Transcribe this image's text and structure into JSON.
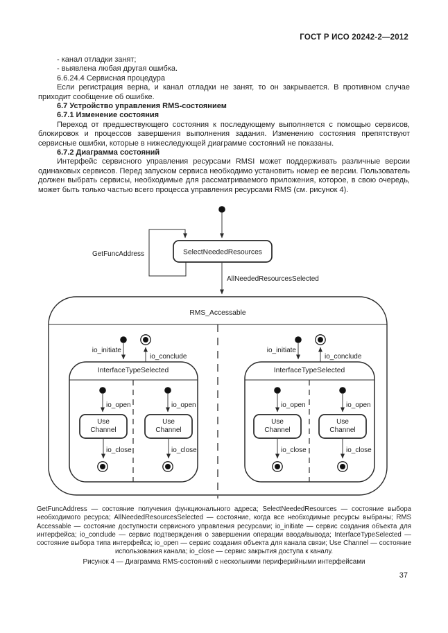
{
  "header": {
    "standard_code": "ГОСТ Р ИСО 20242-2—2012"
  },
  "body": {
    "list_item_1": "- канал отладки занят;",
    "list_item_2": "- выявлена любая другая ошибка.",
    "clause_heading": "6.6.24.4 Сервисная процедура",
    "clause_paragraph": "Если регистрация верна, и канал отладки не занят, то он закрывается. В противном случае приходит сообщение об ошибке.",
    "section_heading": "6.7 Устройство управления RMS-состоянием",
    "subsection_1_heading": "6.7.1 Изменение состояния",
    "subsection_1_paragraph": "Переход от предшествующего состояния к последующему выполняется с помощью сервисов, блокировок и процессов завершения выполнения задания. Изменению состояния препятствуют сервисные ошибки, которые в нижеследующей диаграмме состояний не показаны.",
    "subsection_2_heading": "6.7.2 Диаграмма состояний",
    "subsection_2_paragraph": "Интерфейс сервисного управления ресурсами RMSI может поддерживать различные версии одинаковых сервисов. Перед запуском сервиса необходимо установить номер ее версии. Пользователь должен выбрать сервисы, необходимые для рассматриваемого приложения, которое, в свою очередь, может быть только частью всего процесса управления ресурсами RMS (см. рисунок 4)."
  },
  "diagram": {
    "states": {
      "select_needed_resources": "SelectNeededResources",
      "rms_accessable": "RMS_Accessable",
      "interface_type_selected": "InterfaceTypeSelected",
      "use_channel_line_1": "Use",
      "use_channel_line_2": "Channel"
    },
    "transitions": {
      "get_func_address": "GetFuncAddress",
      "all_needed_resources_selected": "AllNeededResourcesSelected",
      "io_initiate": "io_initiate",
      "io_conclude": "io_conclude",
      "io_open": "io_open",
      "io_close": "io_close"
    }
  },
  "figure": {
    "legend": "GetFuncAddress — состояние получения функционального адреса; SelectNeededResources — состояние выбора необходимого ресурса; AllNeededResourcesSelected — состояние, когда все необходимые ресурсы выбраны; RMS Accessable — состояние доступности сервисного управления ресурсами; io_initiate — сервис создания объекта для интерфейса; io_conclude — сервис подтверждения о завершении операции ввода/вывода; InterfaceTypeSelected — состояние выбора типа интерфейса; io_open — сервис создания объекта для канала связи; Use Channel — состояние использования канала; io_close — сервис закрытия доступа к каналу.",
    "caption": "Рисунок 4 — Диаграмма RMS-состояний с несколькими периферийными интерфейсами"
  },
  "footer": {
    "page_number": "37"
  },
  "colors": {
    "ink": "#1f1f1f",
    "paper": "#ffffff",
    "diagram_stroke": "#2b2b2b"
  }
}
